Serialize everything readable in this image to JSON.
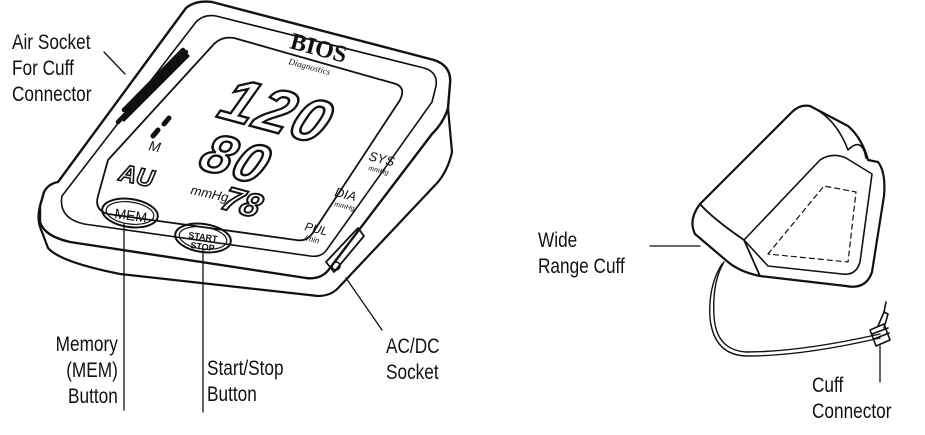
{
  "device": {
    "brand": "BIOS",
    "brand_sub": "Diagnostics",
    "display": {
      "systolic": "120",
      "diastolic": "80",
      "pulse": "78",
      "mode": "AU",
      "memory_indicator": "M",
      "unit": "mmHg",
      "sys_label": "SYS",
      "sys_unit": "mmHg",
      "dia_label": "DIA",
      "dia_unit": "mmHg",
      "pul_label": "PUL",
      "pul_unit": "/min"
    },
    "mem_button": "MEM",
    "start_button_line1": "START",
    "start_button_line2": "STOP"
  },
  "callouts": {
    "air_socket": [
      "Air Socket",
      "For Cuff",
      "Connector"
    ],
    "memory_button": [
      "Memory",
      "(MEM)",
      "Button"
    ],
    "start_stop_button": [
      "Start/Stop",
      "Button"
    ],
    "acdc_socket": [
      "AC/DC",
      "Socket"
    ],
    "wide_range_cuff": [
      "Wide",
      "Range Cuff"
    ],
    "cuff_connector": [
      "Cuff",
      "Connector"
    ]
  }
}
